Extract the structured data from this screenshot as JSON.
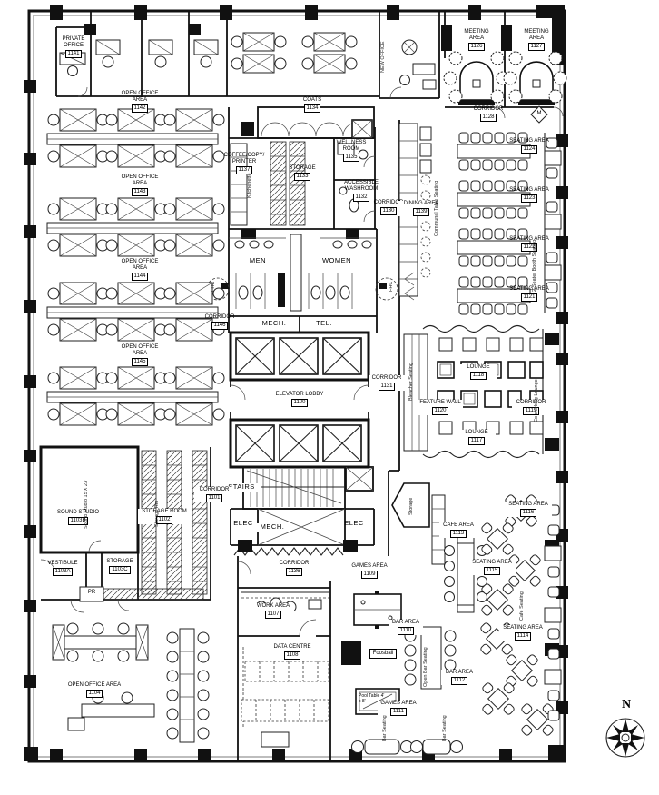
{
  "rooms": {
    "r1100": {
      "name": "ELEVATOR LOBBY",
      "number": "1100"
    },
    "r1101": {
      "name": "CORRIDOR",
      "number": "1101"
    },
    "r1102": {
      "name": "STORAGE ROOM",
      "number": "1102"
    },
    "r1103a": {
      "name": "VESTIBULE",
      "number": "1103A"
    },
    "r1103b": {
      "name": "SOUND STUDIO",
      "number": "1103B"
    },
    "r1103c": {
      "name": "STORAGE",
      "number": "1103C"
    },
    "r1104": {
      "name": "OPEN OFFICE AREA",
      "number": "1104"
    },
    "r1107": {
      "name": "WORK AREA",
      "number": "1107"
    },
    "r1108": {
      "name": "DATA CENTRE",
      "number": "1108"
    },
    "r1109": {
      "name": "GAMES AREA",
      "number": "1109"
    },
    "r1110": {
      "name": "BAR AREA",
      "number": "1110"
    },
    "r1111": {
      "name": "GAMES AREA",
      "number": "1111"
    },
    "r1112": {
      "name": "BAR AREA",
      "number": "1112"
    },
    "r1113": {
      "name": "CAFE AREA",
      "number": "1113"
    },
    "r1114": {
      "name": "SEATING AREA",
      "number": "1114"
    },
    "r1115": {
      "name": "SEATING AREA",
      "number": "1115"
    },
    "r1116": {
      "name": "SEATING AREA",
      "number": "1116"
    },
    "r1117": {
      "name": "LOUNGE",
      "number": "1117"
    },
    "r1118": {
      "name": "LOUNGE",
      "number": "1118"
    },
    "r1119": {
      "name": "CORRIDOR",
      "number": "1119"
    },
    "r1120": {
      "name": "FEATURE WALL",
      "number": "1120"
    },
    "r1121": {
      "name": "SEATING AREA",
      "number": "1121"
    },
    "r1122": {
      "name": "SEATING AREA",
      "number": "1122"
    },
    "r1123": {
      "name": "SEATING AREA",
      "number": "1123"
    },
    "r1124": {
      "name": "SEATING AREA",
      "number": "1124"
    },
    "r1126": {
      "name": "MEETING AREA",
      "number": "1126"
    },
    "r1127": {
      "name": "MEETING AREA",
      "number": "1127"
    },
    "r1128": {
      "name": "CORRIDOR",
      "number": "1128"
    },
    "r1130": {
      "name": "CORRIDOR",
      "number": "1130"
    },
    "r1131": {
      "name": "CORRIDOR",
      "number": "1131"
    },
    "r1132": {
      "name": "ACCESSIBLE WASHROOM",
      "number": "1132"
    },
    "r1133": {
      "name": "STORAGE",
      "number": "1133"
    },
    "r1134": {
      "name": "COATS",
      "number": "1134"
    },
    "r1135": {
      "name": "WELLNESS ROOM",
      "number": "1135"
    },
    "r1136": {
      "name": "CORRIDOR",
      "number": "1136"
    },
    "r1137": {
      "name": "COFFEE/COPY/ PRINTER",
      "number": "1137"
    },
    "r1139": {
      "name": "DINING AREA",
      "number": "1139"
    },
    "r1141": {
      "name": "PRIVATE OFFICE",
      "number": "1141"
    },
    "r1142": {
      "name": "OPEN OFFICE AREA",
      "number": "1142"
    },
    "r1143": {
      "name": "OPEN OFFICE AREA",
      "number": "1143"
    },
    "r1144": {
      "name": "OPEN OFFICE AREA",
      "number": "1144"
    },
    "r1145": {
      "name": "OPEN OFFICE AREA",
      "number": "1145"
    },
    "r1146": {
      "name": "CORRIDOR",
      "number": "1146"
    }
  },
  "labels": {
    "men": "MEN",
    "women": "WOMEN",
    "mech": "MECH.",
    "tel": "TEL.",
    "stairs": "STAIRS",
    "elec": "ELEC",
    "mech_core": "MECH.",
    "new_office": "NEW OFFICE",
    "foosball": "Foosball",
    "pool_table": "Pool Table 4' x 8'",
    "pr": "PR",
    "fhc": "FHC",
    "keynote": "M",
    "north": "N"
  },
  "annotations": {
    "kitchenette": "Kitchenette",
    "communal_table": "Communal Table Seating",
    "booth_seating": "2-Seater Booth Seating",
    "bleacher_seating": "Bleacher Seating",
    "coworking_lounge": "Co-working Lounge",
    "storage_note": "Storage",
    "cafe_seating": "Cafe Seating",
    "open_bar_seating": "Open Bar Seating",
    "bar_seating_left": "Bar Seating",
    "bar_seating_right": "Bar Seating",
    "sound_studio_dim": "Sound Studio 15'X 23'",
    "storage_rm": "Storage Rm"
  }
}
